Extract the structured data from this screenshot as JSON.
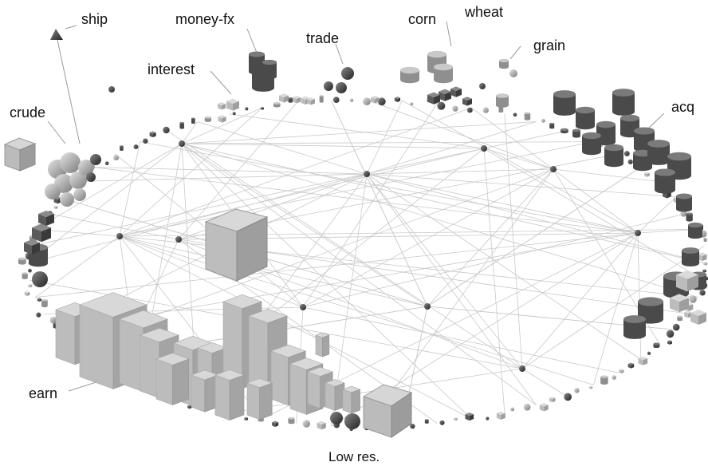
{
  "labels": {
    "ship": "ship",
    "money_fx": "money-fx",
    "trade": "trade",
    "corn": "corn",
    "wheat": "wheat",
    "grain": "grain",
    "interest": "interest",
    "crude": "crude",
    "acq": "acq",
    "earn": "earn"
  },
  "caption": "Low res.",
  "colors": {
    "background": "#ffffff",
    "mesh_line": "#c8c8c8",
    "light_block": "#b9b9b9",
    "dark_block": "#555555",
    "text": "#111111"
  }
}
